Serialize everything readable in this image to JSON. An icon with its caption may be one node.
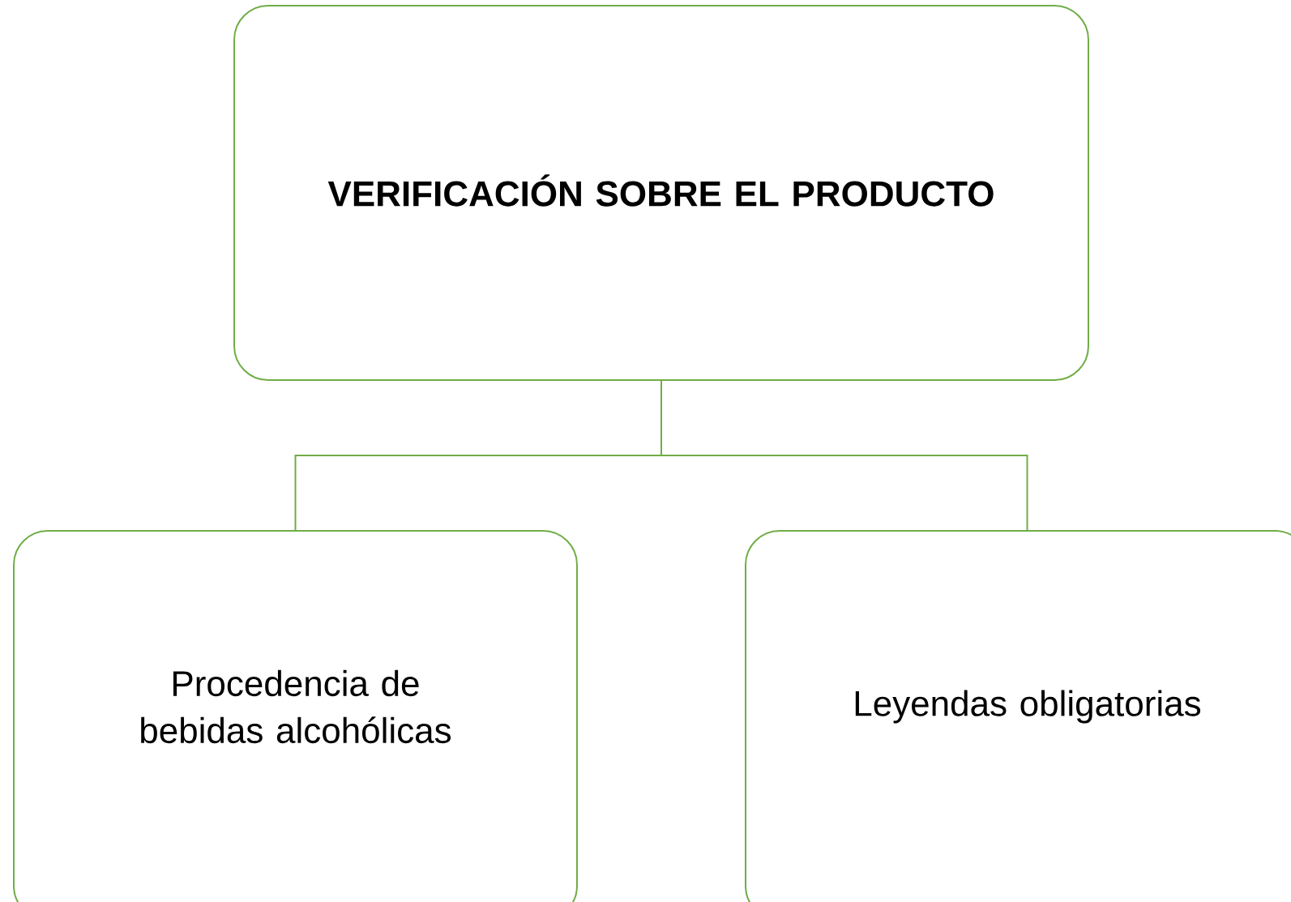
{
  "diagram": {
    "nodes": [
      {
        "text": [
          "VERIFICACIÓN SOBRE EL PRODUCTO"
        ]
      },
      {
        "text": [
          "Procedencia de bebidas alcohólicas"
        ]
      },
      {
        "text": [
          "Leyendas obligatorias"
        ]
      }
    ],
    "edges": [
      {
        "from": 0,
        "to": 1,
        "arrow": "none"
      },
      {
        "from": 0,
        "to": 2,
        "arrow": "none"
      }
    ]
  }
}
